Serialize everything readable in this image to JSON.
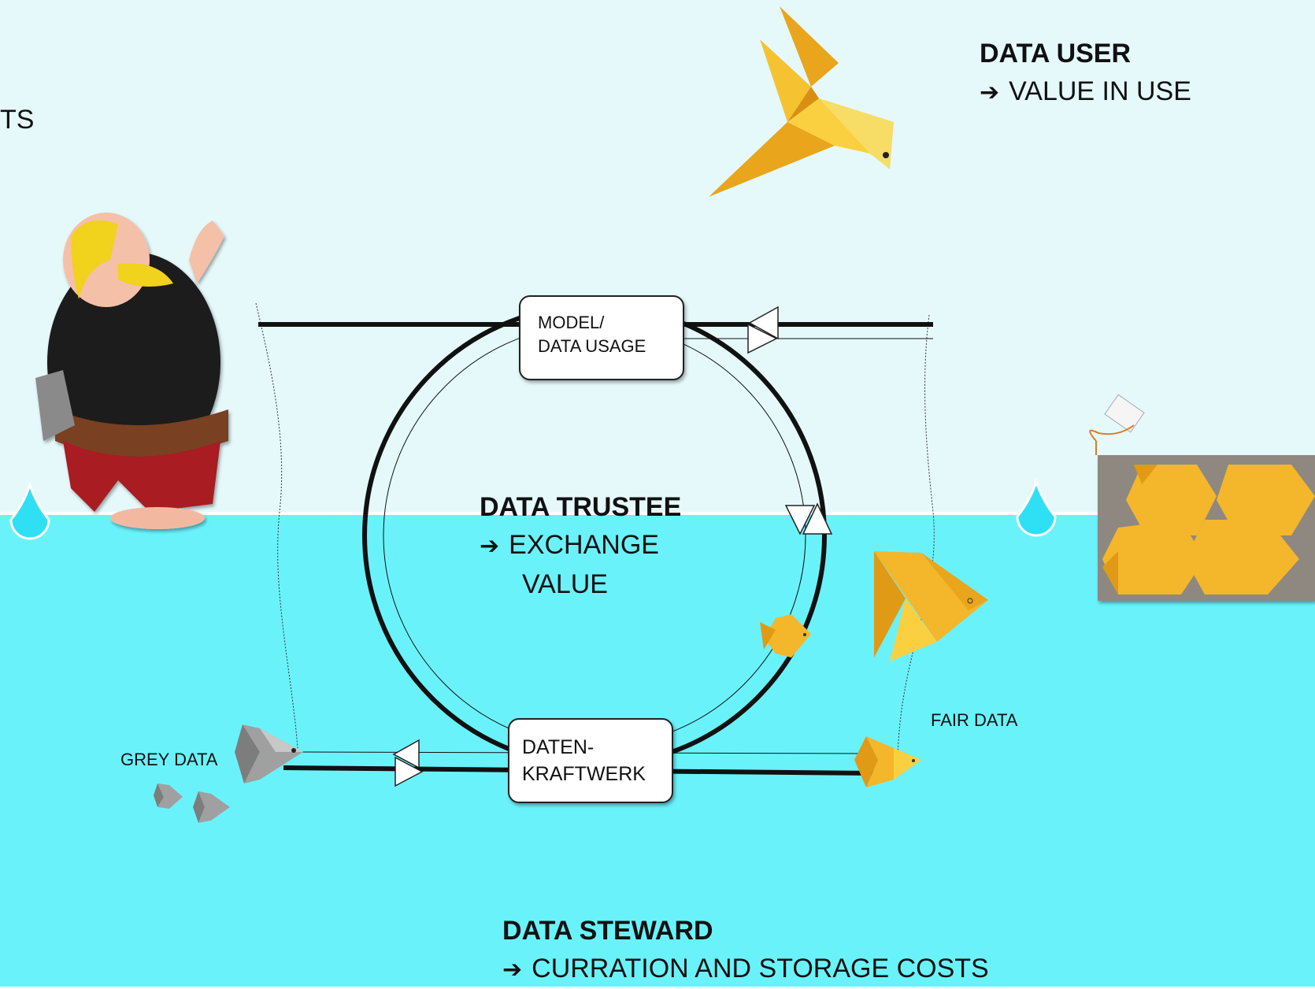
{
  "cut_off_text": "TS",
  "data_user": {
    "title": "DATA USER",
    "subtitle": "VALUE IN USE"
  },
  "data_trustee": {
    "title": "DATA TRUSTEE",
    "subtitle_line1": "EXCHANGE",
    "subtitle_line2": "VALUE"
  },
  "data_steward": {
    "title": "DATA STEWARD",
    "subtitle": "CURRATION AND STORAGE COSTS"
  },
  "model_box": {
    "line1": "MODEL/",
    "line2": "DATA USAGE"
  },
  "kraftwerk_box": {
    "line1": "DATEN-",
    "line2": "KRAFTWERK"
  },
  "labels": {
    "grey_data": "GREY DATA",
    "fair_data": "FAIR DATA"
  },
  "arrow_symbol": "➔",
  "colors": {
    "sky": "#e5f9fb",
    "water": "#6af2fb",
    "gold": "#f4b62a",
    "gold_dark": "#e09a16",
    "grey_fish": "#9a9a9a",
    "drop": "#2fe0f5",
    "panel": "#8e8880"
  }
}
